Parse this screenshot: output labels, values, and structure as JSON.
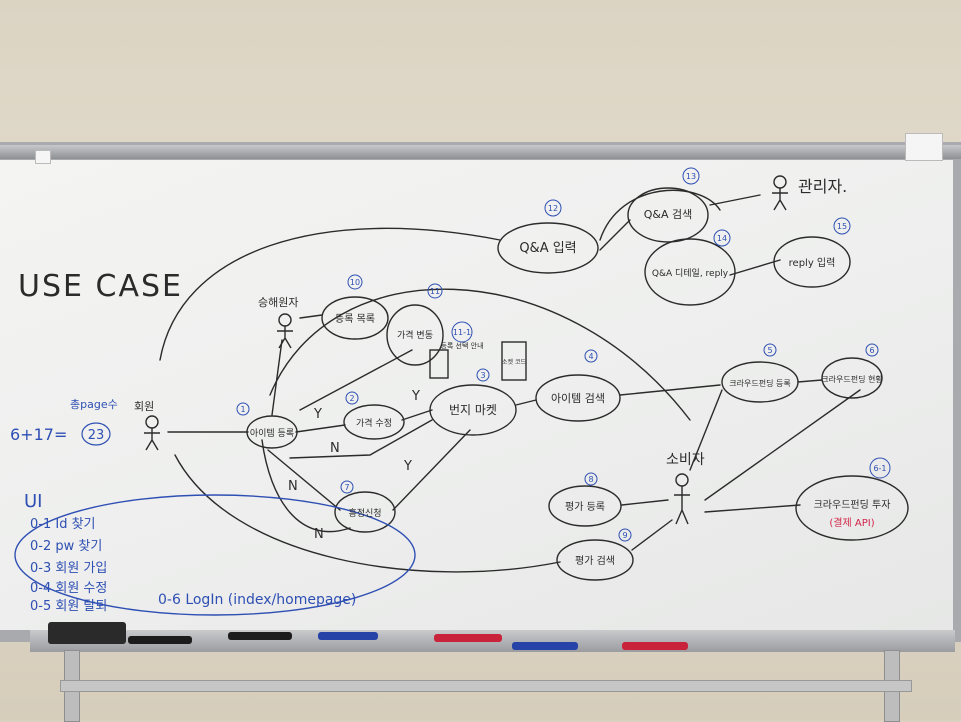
{
  "board": {
    "title": "USE CASE",
    "actors": {
      "admin": "관리자.",
      "member": "회원",
      "seller": "승해원자",
      "buyer": "소비자"
    },
    "use_cases": [
      {
        "num": "1",
        "label": "아이템 등록"
      },
      {
        "num": "2",
        "label": "가격 수정"
      },
      {
        "num": "3",
        "label": "번지 마켓"
      },
      {
        "num": "4",
        "label": "아이템 검색"
      },
      {
        "num": "5",
        "label": "크라우드펀딩 등록"
      },
      {
        "num": "6",
        "label": "크라우드펀딩 현황"
      },
      {
        "num": "6-1",
        "label": "크라우드펀딩 투자"
      },
      {
        "num": "7",
        "label": "흥정신청"
      },
      {
        "num": "8",
        "label": "평가 등록"
      },
      {
        "num": "9",
        "label": "평가 검색"
      },
      {
        "num": "10",
        "label": "등록 목록"
      },
      {
        "num": "11",
        "label": "가격 변동"
      },
      {
        "num": "11-1",
        "label": "등록 선택 안내"
      },
      {
        "num": "12",
        "label": "Q&A 입력"
      },
      {
        "num": "13",
        "label": "Q&A 검색"
      },
      {
        "num": "14",
        "label": "Q&A 디테일, reply"
      },
      {
        "num": "15",
        "label": "reply 입력"
      }
    ],
    "note_box": "소켓 코드",
    "payment_api": "(결제 API)",
    "edge_labels": [
      "Y",
      "Y",
      "Y",
      "N",
      "N",
      "N"
    ],
    "page_count_label": "총page수",
    "page_count_formula": "6+17=",
    "page_count_total": "23",
    "ui_title": "UI",
    "ui_items": [
      "0-1  Id 찾기",
      "0-2  pw 찾기",
      "0-3  회원 가입",
      "0-4  회원 수정",
      "0-5  회원 탈퇴"
    ],
    "ui_login": "0-6 LogIn (index/homepage)"
  },
  "colors": {
    "ink": "#2b2b2b",
    "blue_ink": "#2e4fb3",
    "red_ink": "#d2264a"
  }
}
